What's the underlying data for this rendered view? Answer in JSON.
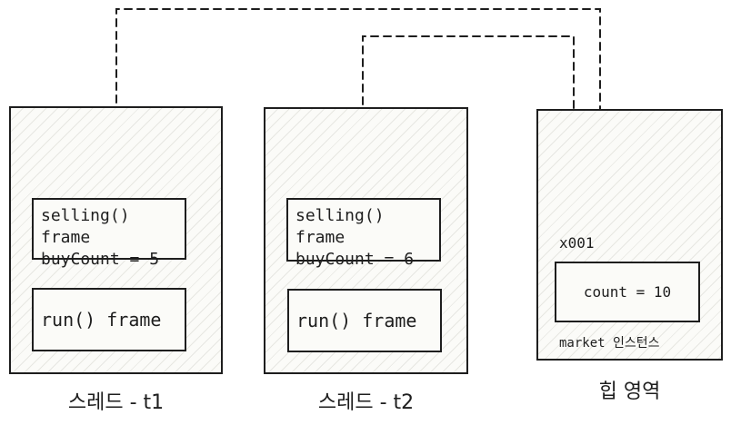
{
  "thread1": {
    "frame_selling": "selling() frame\nbuyCount = 5",
    "frame_run": "run() frame",
    "caption": "스레드 - t1"
  },
  "thread2": {
    "frame_selling": "selling() frame\nbuyCount = 6",
    "frame_run": "run() frame",
    "caption": "스레드 - t2"
  },
  "heap": {
    "address": "x001",
    "field": "count = 10",
    "instance_label": "market 인스턴스",
    "caption": "힙 영역"
  }
}
